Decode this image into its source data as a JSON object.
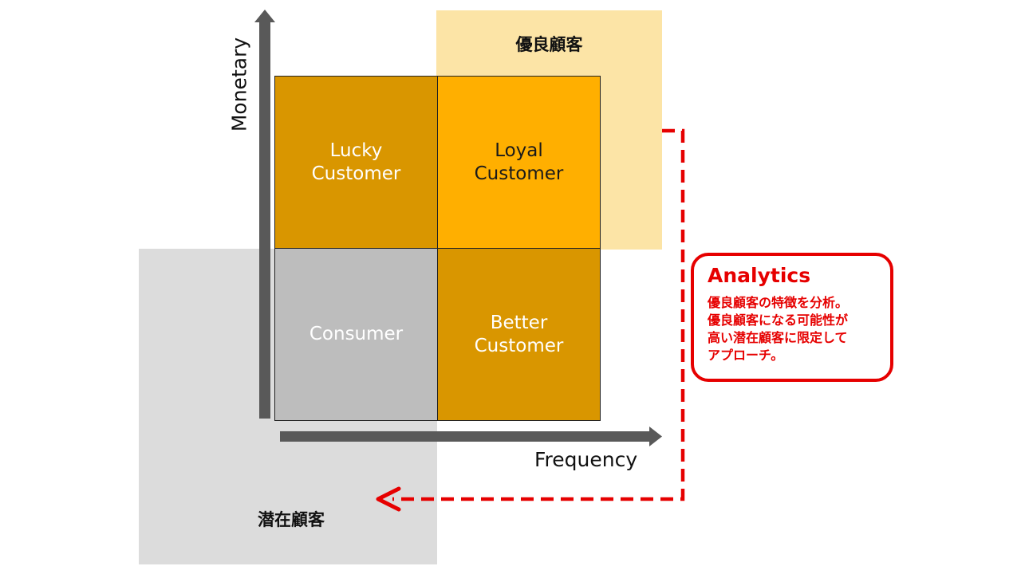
{
  "zones": {
    "loyal_title": "優良顧客",
    "potential_title": "潜在顧客"
  },
  "axes": {
    "x_label": "Frequency",
    "y_label": "Monetary"
  },
  "quadrants": {
    "top_left": "Lucky\nCustomer",
    "top_right": "Loyal\nCustomer",
    "bottom_left": "Consumer",
    "bottom_right": "Better\nCustomer"
  },
  "callout": {
    "title": "Analytics",
    "body": "優良顧客の特徴を分析。\n優良顧客になる可能性が\n高い潜在顧客に限定して\nアプローチ。"
  },
  "colors": {
    "loyal_zone": "#fce4a6",
    "potential_zone": "#dcdcdc",
    "dark_gold": "#d99600",
    "bright_gold": "#ffaf00",
    "grey_cell": "#bdbdbd",
    "axis": "#595959",
    "accent_red": "#e60000"
  }
}
